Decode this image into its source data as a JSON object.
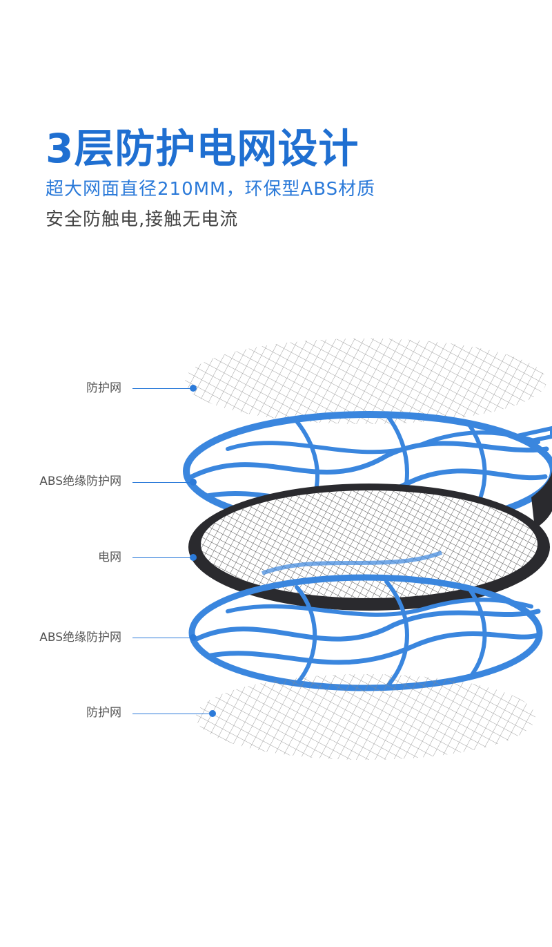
{
  "header": {
    "title": "3层防护电网设计",
    "subtitle": "超大网面直径210MM，环保型ABS材质",
    "tagline": "安全防触电,接触无电流"
  },
  "layers": [
    {
      "name": "top-protective-mesh",
      "label": "防护网"
    },
    {
      "name": "top-abs-guard",
      "label": "ABS绝缘防护网"
    },
    {
      "name": "electric-mesh",
      "label": "电网"
    },
    {
      "name": "bottom-abs-guard",
      "label": "ABS绝缘防护网"
    },
    {
      "name": "bottom-protective-mesh",
      "label": "防护网"
    }
  ],
  "colors": {
    "accent": "#2b7ad9",
    "guard_blue": "#3a86de",
    "text_gray": "#555555",
    "frame_dark": "#2a2a2e"
  }
}
